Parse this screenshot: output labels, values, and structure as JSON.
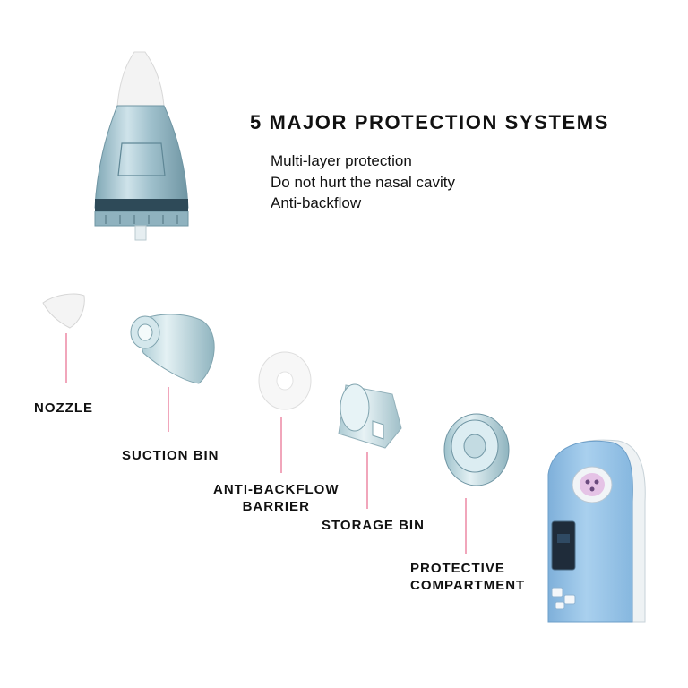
{
  "heading": "5 MAJOR PROTECTION SYSTEMS",
  "features": [
    "Multi-layer protection",
    "Do not hurt the nasal cavity",
    "Anti-backflow"
  ],
  "parts": {
    "nozzle": [
      "NOZZLE"
    ],
    "suction_bin": [
      "SUCTION BIN"
    ],
    "barrier": [
      "ANTI-BACKFLOW",
      "BARRIER"
    ],
    "storage_bin": [
      "STORAGE BIN"
    ],
    "compartment": [
      "PROTECTIVE",
      "COMPARTMENT"
    ]
  },
  "colors": {
    "accent_line": "#f1a6bb",
    "device_blue": "#9cc6e6",
    "clear_plastic": "#b8d4dc",
    "text": "#111111"
  }
}
